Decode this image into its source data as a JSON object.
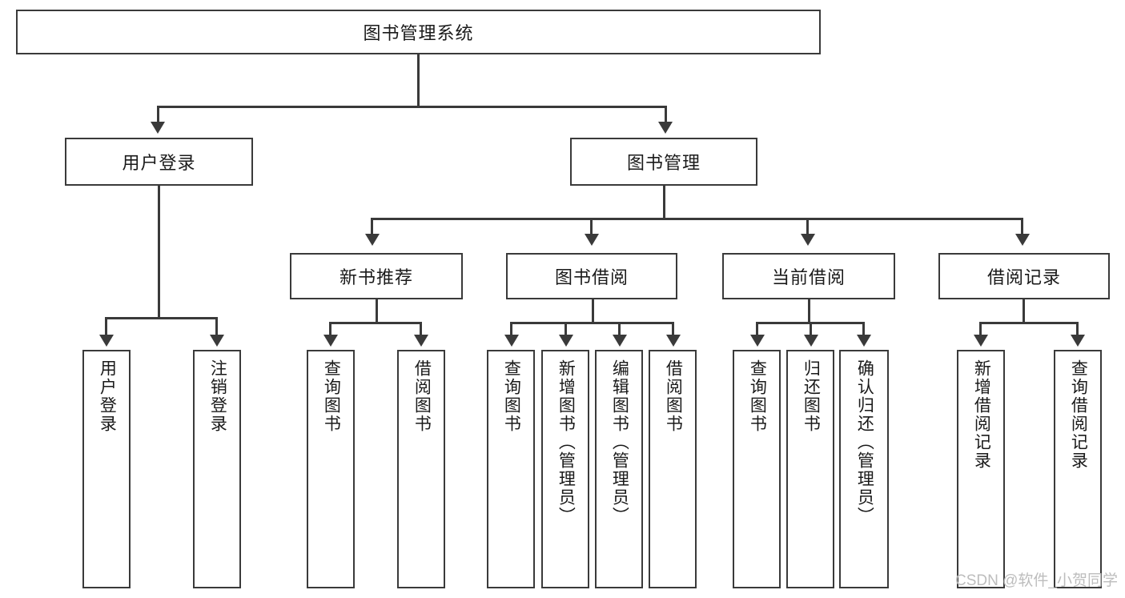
{
  "diagram": {
    "title": "图书管理系统",
    "type": "tree",
    "root": {
      "label": "图书管理系统"
    },
    "level2": [
      {
        "label": "用户登录"
      },
      {
        "label": "图书管理"
      }
    ],
    "level3": [
      {
        "label": "新书推荐"
      },
      {
        "label": "图书借阅"
      },
      {
        "label": "当前借阅"
      },
      {
        "label": "借阅记录"
      }
    ],
    "leaves": {
      "user_login": [
        {
          "label": "用户登录"
        },
        {
          "label": "注销登录"
        }
      ],
      "new_book": [
        {
          "label": "查询图书"
        },
        {
          "label": "借阅图书"
        }
      ],
      "book_borrow": [
        {
          "label": "查询图书"
        },
        {
          "label": "新增图书（管理员）"
        },
        {
          "label": "编辑图书（管理员）"
        },
        {
          "label": "借阅图书"
        }
      ],
      "current_borrow": [
        {
          "label": "查询图书"
        },
        {
          "label": "归还图书"
        },
        {
          "label": "确认归还（管理员）"
        }
      ],
      "borrow_record": [
        {
          "label": "新增借阅记录"
        },
        {
          "label": "查询借阅记录"
        }
      ]
    }
  },
  "watermark": {
    "text": "CSDN @软件_小贺同学"
  },
  "colors": {
    "border": "#3a3a3a",
    "text": "#1a1a1a",
    "background": "#ffffff",
    "watermark": "#bdbdbd"
  }
}
